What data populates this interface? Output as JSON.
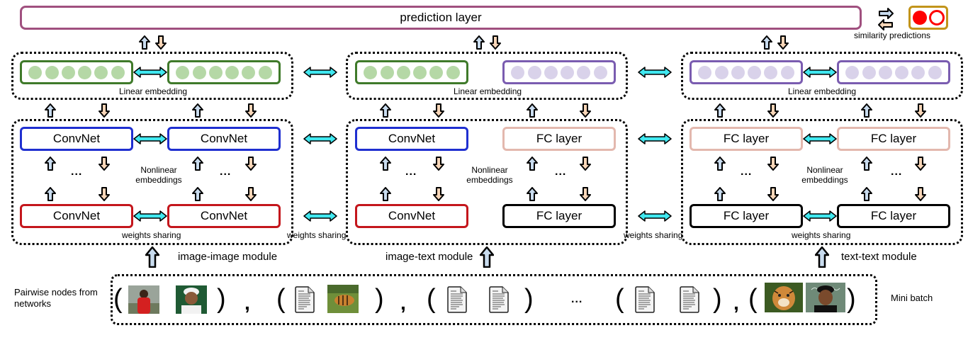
{
  "header": {
    "prediction_label": "prediction layer",
    "similarity_label": "similarity predictions",
    "similarity_icon": "red-filled-and-hollow-circles-icon",
    "exchange_icon": "bidirectional-arrows-icon"
  },
  "modules": [
    {
      "name": "image-image module",
      "linear_label": "Linear embedding",
      "nonlinear_label": [
        "Nonlinear",
        "embeddings"
      ],
      "weights_label": "weights sharing",
      "embeddings": [
        "green",
        "green"
      ],
      "top_layers": [
        "ConvNet",
        "ConvNet"
      ],
      "top_layer_colors": [
        "blue",
        "blue"
      ],
      "bottom_layers": [
        "ConvNet",
        "ConvNet"
      ],
      "bottom_layer_colors": [
        "red",
        "red"
      ],
      "ellipsis": "..."
    },
    {
      "name": "image-text module",
      "linear_label": "Linear embedding",
      "nonlinear_label": [
        "Nonlinear",
        "embeddings"
      ],
      "weights_label": "weights sharing",
      "embeddings": [
        "green",
        "purple"
      ],
      "top_layers": [
        "ConvNet",
        "FC layer"
      ],
      "top_layer_colors": [
        "blue",
        "pink"
      ],
      "bottom_layers": [
        "ConvNet",
        "FC layer"
      ],
      "bottom_layer_colors": [
        "red",
        "black"
      ],
      "ellipsis": "..."
    },
    {
      "name": "text-text module",
      "linear_label": "Linear embedding",
      "nonlinear_label": [
        "Nonlinear",
        "embeddings"
      ],
      "weights_label": "weights sharing",
      "embeddings": [
        "purple",
        "purple"
      ],
      "top_layers": [
        "FC layer",
        "FC layer"
      ],
      "top_layer_colors": [
        "pink",
        "pink"
      ],
      "bottom_layers": [
        "FC layer",
        "FC layer"
      ],
      "bottom_layer_colors": [
        "black",
        "black"
      ],
      "ellipsis": "..."
    }
  ],
  "between_modules": {
    "weights_label": "weights sharing"
  },
  "batch": {
    "left_label": "Pairwise nodes from networks",
    "right_label": "Mini batch",
    "ellipsis": "...",
    "open_paren": "(",
    "close_paren": ")",
    "comma": ",",
    "pairs": [
      [
        "golfer-photo",
        "golfer-portrait-photo"
      ],
      [
        "document-icon",
        "tiger-photo"
      ],
      [
        "document-icon",
        "document-icon"
      ],
      [
        "document-icon",
        "document-icon"
      ],
      [
        "tiger-face-photo",
        "golfer-smiling-photo"
      ]
    ]
  },
  "colors": {
    "prediction_border": "#a0507f",
    "green_border": "#3f7a2a",
    "green_dot": "#b5d8a6",
    "purple_border": "#7a5cb0",
    "purple_dot": "#d9d2ea",
    "convnet_top": "#1f2fd0",
    "convnet_bottom": "#c4161c",
    "fc_top": "#e3b8ae",
    "fc_bottom": "#000000",
    "link_arrow": "#40e8f0",
    "up_arrow": "#c9dcef",
    "down_arrow": "#f8d6b8",
    "similarity_border": "#c2941a",
    "similarity_red": "#ff0000"
  }
}
